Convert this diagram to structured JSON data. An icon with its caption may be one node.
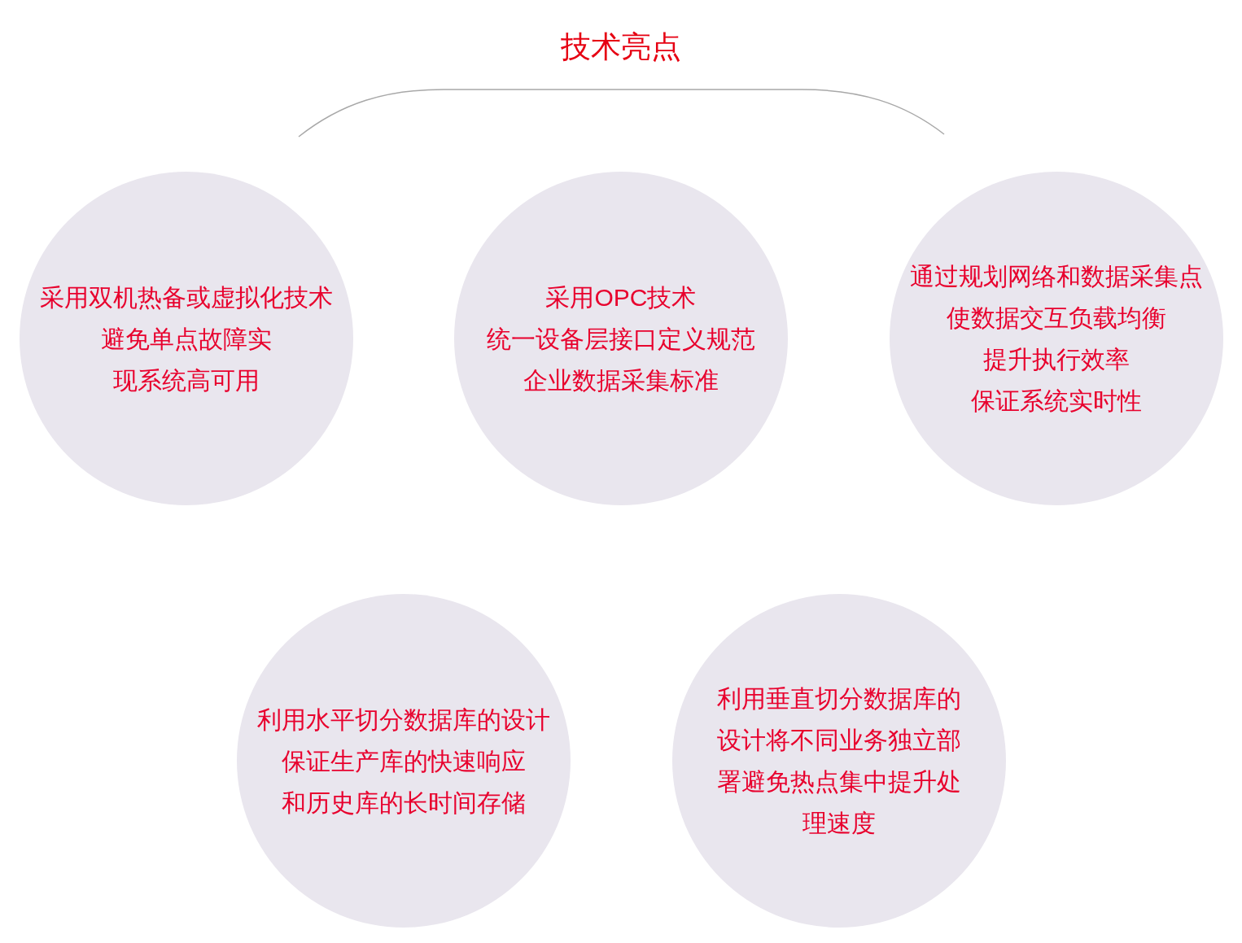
{
  "diagram": {
    "title": "技术亮点",
    "nodes": [
      {
        "text": [
          "采用双机热备或虚拟化技术",
          "避免单点故障实现系统高可用"
        ]
      },
      {
        "text": [
          "采用OPC技术",
          "统一设备层接口定义规范",
          "企业数据采集标准"
        ]
      },
      {
        "text": [
          "通过规划网络和数据采集点",
          "使数据交互负载均衡",
          "提升执行效率",
          "保证系统实时性"
        ]
      },
      {
        "text": [
          "利用水平切分数据库的设计",
          "保证生产库的快速响应",
          "和历史库的长时间存储"
        ]
      },
      {
        "text": [
          "利用垂直切分数据库的设计将不同业务独立部署避免热点集中提升处理速度"
        ]
      }
    ]
  }
}
